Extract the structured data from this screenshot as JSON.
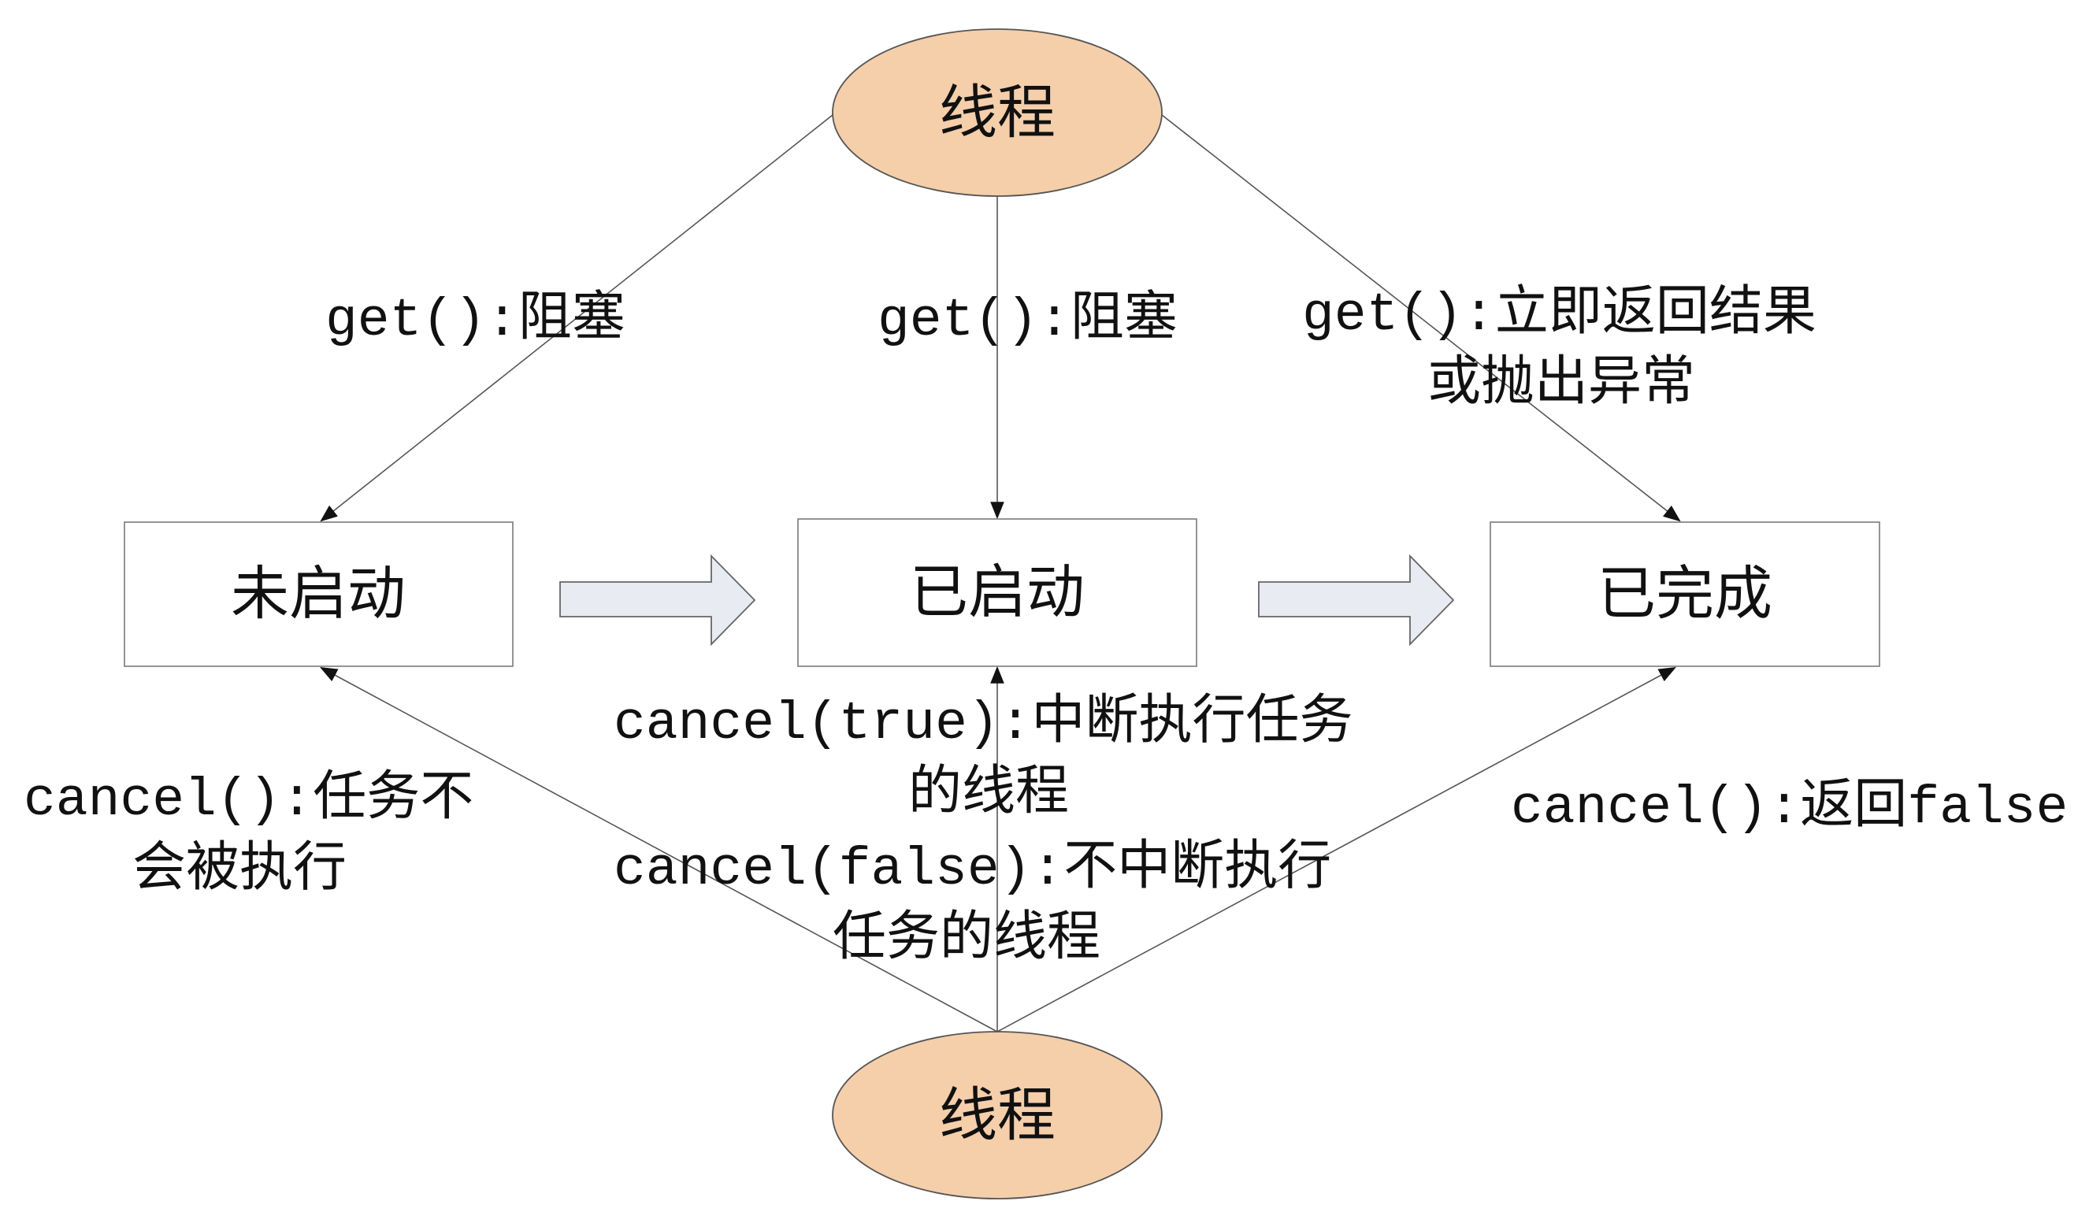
{
  "colors": {
    "ellipse_fill": "#f5ceaa",
    "arrow_fill": "#e8ecf2",
    "line": "#444444",
    "box_border": "#888888"
  },
  "threads": {
    "top": "线程",
    "bottom": "线程"
  },
  "states": [
    {
      "id": "not-started",
      "label": "未启动"
    },
    {
      "id": "started",
      "label": "已启动"
    },
    {
      "id": "completed",
      "label": "已完成"
    }
  ],
  "get_labels": {
    "not_started": "get():阻塞",
    "started": "get():阻塞",
    "completed_line1": "get():立即返回结果",
    "completed_line2": "或抛出异常"
  },
  "cancel_labels": {
    "not_started_line1": "cancel():任务不",
    "not_started_line2": "会被执行",
    "started_true_line1": "cancel(true):中断执行任务",
    "started_true_line2": "的线程",
    "started_false_line1": "cancel(false):不中断执行",
    "started_false_line2": "任务的线程",
    "completed": "cancel():返回false"
  }
}
